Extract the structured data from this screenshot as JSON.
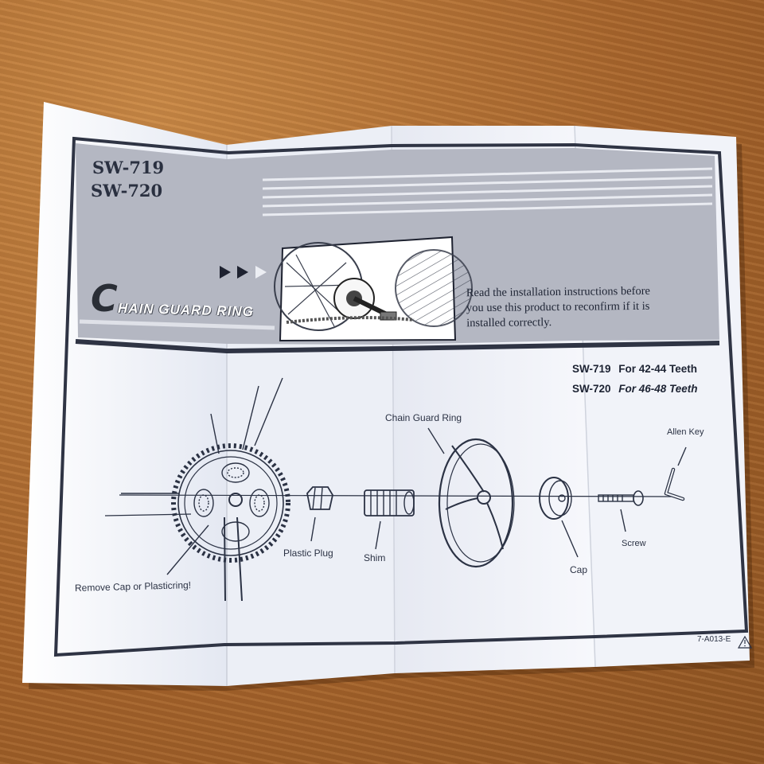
{
  "header": {
    "models": [
      "SW-719",
      "SW-720"
    ],
    "title_initial": "C",
    "title_rest": "HAIN GUARD RING",
    "instructions": [
      "Read the installation instructions before",
      "you use this product to reconfirm if it is",
      "installed correctly."
    ]
  },
  "specs": [
    {
      "model": "SW-719",
      "desc": "For 42-44 Teeth"
    },
    {
      "model": "SW-720",
      "desc": "For 46-48 Teeth"
    }
  ],
  "parts": {
    "chain_guard_ring": "Chain Guard Ring",
    "allen_key": "Allen Key",
    "plastic_plug": "Plastic Plug",
    "shim": "Shim",
    "screw": "Screw",
    "cap": "Cap",
    "remove_cap": "Remove Cap or Plasticring!"
  },
  "footer": {
    "code": "7-A013-E"
  },
  "colors": {
    "table_wood": "#b26f31",
    "paper": "#f3f5fb",
    "header_gray": "#b4b7c2",
    "frame": "#2f3444",
    "ink": "#1c2230"
  },
  "icons": [
    "triangle-arrows-icon",
    "warning-icon",
    "bicycle-crank-photo"
  ]
}
